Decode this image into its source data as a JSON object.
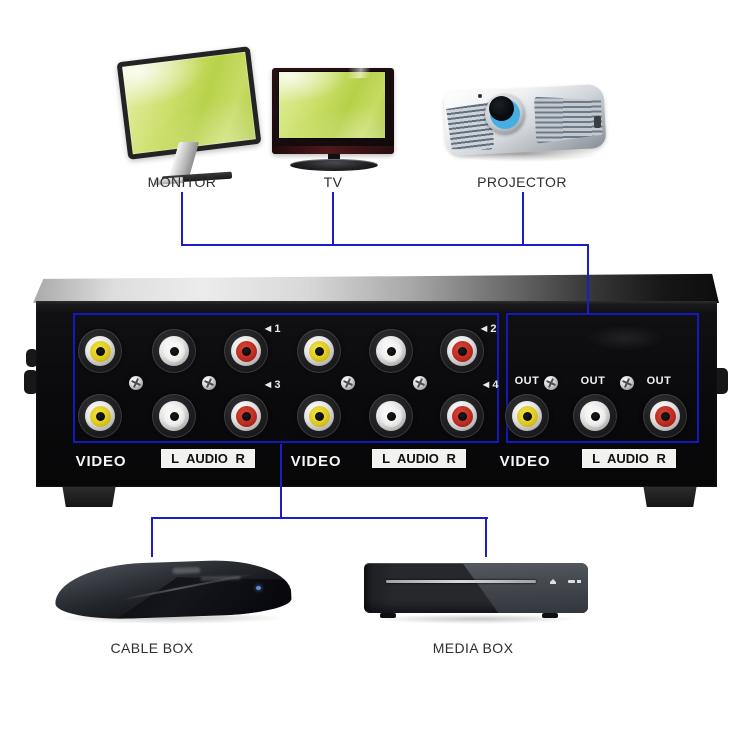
{
  "labels": {
    "monitor": "MONITOR",
    "tv": "TV",
    "projector": "PROJECTOR",
    "cable_box": "CABLE BOX",
    "media_box": "MEDIA BOX"
  },
  "panel": {
    "video_label": "VIDEO",
    "audio_label": "L AUDIO R",
    "out_label": "OUT",
    "out_label_count": 3,
    "group_tags": [
      "◄1",
      "◄2",
      "◄3",
      "◄4"
    ],
    "input_jack_colors_row1": [
      "yellow",
      "white",
      "red",
      "yellow",
      "white",
      "red"
    ],
    "input_jack_colors_row2": [
      "yellow",
      "white",
      "red",
      "yellow",
      "white",
      "red"
    ],
    "output_jack_colors": [
      "yellow",
      "white",
      "red"
    ],
    "jack_palette": {
      "yellow": "#ddc91f",
      "white": "#efefec",
      "red": "#bf2b20"
    }
  },
  "colors": {
    "annotation_blue": "#1d1dc8",
    "screen_green": "#bcd551",
    "chassis_black": "#0a0a0c"
  }
}
